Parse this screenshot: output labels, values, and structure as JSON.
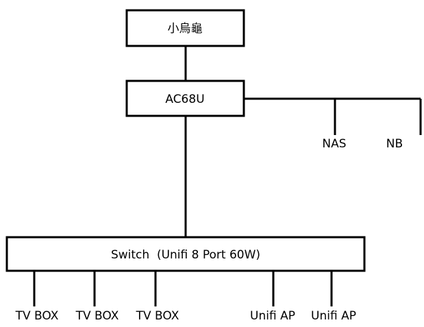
{
  "diagram": {
    "top_node": "小烏龜",
    "router": "AC68U",
    "switch": "Switch  (Unifi 8 Port 60W)",
    "router_devices": [
      "NAS",
      "NB"
    ],
    "switch_devices": [
      "TV BOX",
      "TV BOX",
      "TV BOX",
      "Unifi AP",
      "Unifi AP"
    ]
  },
  "colors": {
    "line": "#000000",
    "background": "#ffffff"
  }
}
